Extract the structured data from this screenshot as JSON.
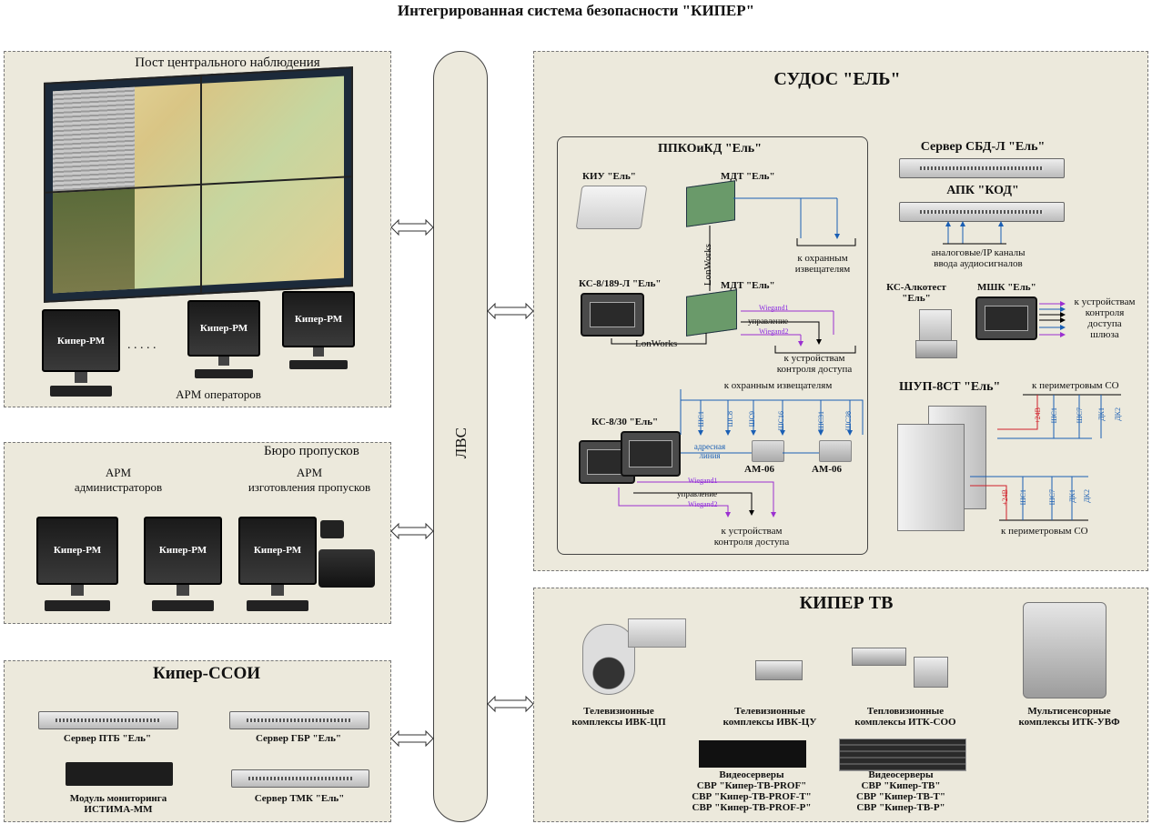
{
  "title": "Интегрированная система безопасности  \"КИПЕР\"",
  "lbc": "ЛВС",
  "pcn": {
    "title_line1": "Пост центрального наблюдения",
    "title_line2": "(ПЦН)",
    "operators_label": "АРМ операторов",
    "monitor_text": "Кипер-РМ",
    "dots": ". . . . ."
  },
  "bureau": {
    "title": "Бюро пропусков",
    "admins_line1": "АРМ",
    "admins_line2": "администраторов",
    "make_line1": "АРМ",
    "make_line2": "изготовления пропусков",
    "monitor_text": "Кипер-РМ"
  },
  "ssoi": {
    "title": "Кипер-ССОИ",
    "server_ptb": "Сервер ПТБ \"Ель\"",
    "server_gbr": "Сервер ГБР \"Ель\"",
    "module_line1": "Модуль мониторинга",
    "module_line2": "ИСТИМА-ММ",
    "server_tmk": "Сервер ТМК \"Ель\""
  },
  "sudos": {
    "title": "СУДОС \"ЕЛЬ\"",
    "ppkoikd": "ППКОиКД \"Ель\"",
    "kiu": "КИУ \"Ель\"",
    "mdt1": "МДТ \"Ель\"",
    "mdt2": "МДТ \"Ель\"",
    "ks8189": "КС-8/189-Л \"Ель\"",
    "ks830": "КС-8/30 \"Ель\"",
    "lonworks_v": "LonWorks",
    "lonworks_h": "LonWorks",
    "to_guard1_line1": "к охранным",
    "to_guard1_line2": "извещателям",
    "to_guard2": "к охранным извещателям",
    "wiegand1": "Wiegand1",
    "wiegand2": "Wiegand2",
    "control": "управление",
    "wiegand1b": "Wiegand1",
    "wiegand2b": "Wiegand2",
    "controlb": "управление",
    "to_access1_line1": "к устройствам",
    "to_access1_line2": "контроля доступа",
    "to_access2_line1": "к устройствам",
    "to_access2_line2": "контроля доступа",
    "addr_line1": "адресная",
    "addr_line2": "линия",
    "am06a": "АМ-06",
    "am06b": "АМ-06",
    "shs1": "ШС1",
    "shs8": "ШС8",
    "shs9": "ШС9",
    "shs16": "ШС16",
    "shs31": "ШС31",
    "shs38": "ШС38",
    "server_sbd": "Сервер СБД-Л \"Ель\"",
    "apk": "АПК \"КОД\"",
    "analog_line1": "аналоговые/IP каналы",
    "analog_line2": "ввода аудиосигналов",
    "alko_line1": "КС-Алкотест",
    "alko_line2": "\"Ель\"",
    "mshk": "МШК \"Ель\"",
    "gate_line1": "к устройствам",
    "gate_line2": "контроля",
    "gate_line3": "доступа",
    "gate_line4": "шлюза",
    "shup": "ШУП-8СТ \"Ель\"",
    "perimeter1": "к периметровым СО",
    "perimeter2": "к периметровым СО",
    "v24": "+24В",
    "shs1b": "ШС1",
    "shs7": "ШС7",
    "dk1": "ДК1",
    "dk2": "ДК2"
  },
  "tv": {
    "title": "КИПЕР ТВ",
    "ivk_cp_line1": "Телевизионные",
    "ivk_cp_line2": "комплексы ИВК-ЦП",
    "ivk_cu_line1": "Телевизионные",
    "ivk_cu_line2": "комплексы ИВК-ЦУ",
    "itk_soo_line1": "Тепловизионные",
    "itk_soo_line2": "комплексы ИТК-СОО",
    "itk_uvf_line1": "Мультисенсорные",
    "itk_uvf_line2": "комплексы ИТК-УВФ",
    "vs1_line1": "Видеосерверы",
    "vs1_line2": "СВР \"Кипер-ТВ-PROF\"",
    "vs1_line3": "СВР \"Кипер-ТВ-PROF-Т\"",
    "vs1_line4": "СВР \"Кипер-ТВ-PROF-Р\"",
    "vs2_line1": "Видеосерверы",
    "vs2_line2": "СВР \"Кипер-ТВ\"",
    "vs2_line3": "СВР \"Кипер-ТВ-Т\"",
    "vs2_line4": "СВР \"Кипер-ТВ-Р\""
  }
}
